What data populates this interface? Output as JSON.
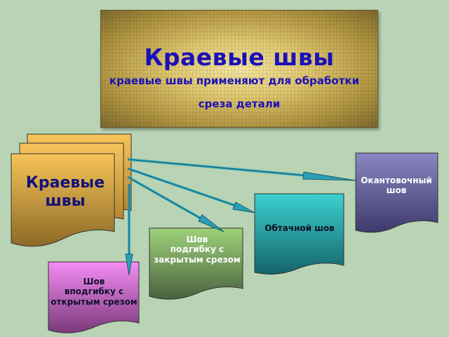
{
  "title": {
    "main": "Краевые швы",
    "subtitle_line1": "краевые швы применяют для обработки",
    "subtitle_line2": "среза детали"
  },
  "source_node": {
    "line1": "Краевые",
    "line2": "швы"
  },
  "nodes": [
    {
      "line1": "Окантовочный",
      "line2": "шов"
    },
    {
      "line1": "Обтачной шов"
    },
    {
      "line1": "Шов",
      "line2": "подгибку с",
      "line3": "закрытым срезом"
    },
    {
      "line1": "Шов",
      "line2": "вподгибку с",
      "line3": "открытым срезом"
    }
  ],
  "colors": {
    "background": "#b8d4b4",
    "title_text": "#1a10b8",
    "arrow": "#2aa0b8"
  }
}
